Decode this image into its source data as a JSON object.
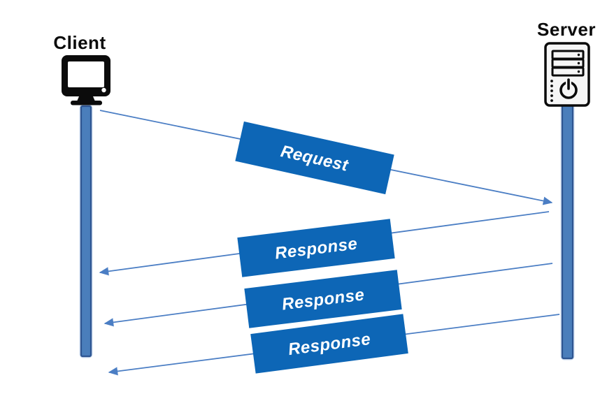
{
  "title": "Client Server request response diagram",
  "colors": {
    "background": "#ffffff",
    "box_blue": "#0d66b6",
    "line_blue": "#4b7ec4",
    "lifeline_fill": "#4a7ebb",
    "lifeline_stroke": "#2e5591",
    "lifeline_halo": "#c9d9ee",
    "icon_black": "#0b0b0b",
    "label_text": "#ffffff",
    "tower_fill": "#f6f6f6"
  },
  "diagram": {
    "actors": [
      {
        "id": "client",
        "label": "Client",
        "icon": "monitor-icon"
      },
      {
        "id": "server",
        "label": "Server",
        "icon": "server-tower-icon"
      }
    ],
    "messages": [
      {
        "label": "Request",
        "from": "client",
        "to": "server"
      },
      {
        "label": "Response",
        "from": "server",
        "to": "client"
      },
      {
        "label": "Response",
        "from": "server",
        "to": "client"
      },
      {
        "label": "Response",
        "from": "server",
        "to": "client"
      }
    ]
  }
}
